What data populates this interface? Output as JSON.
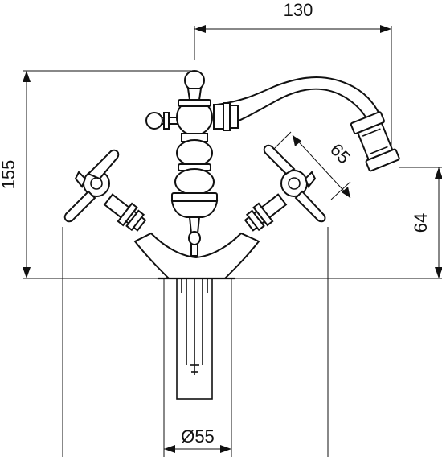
{
  "dimensions": {
    "width_top": "130",
    "height_left": "155",
    "spout_height_right": "64",
    "handle_span": "65",
    "base_diameter": "Ø55"
  }
}
